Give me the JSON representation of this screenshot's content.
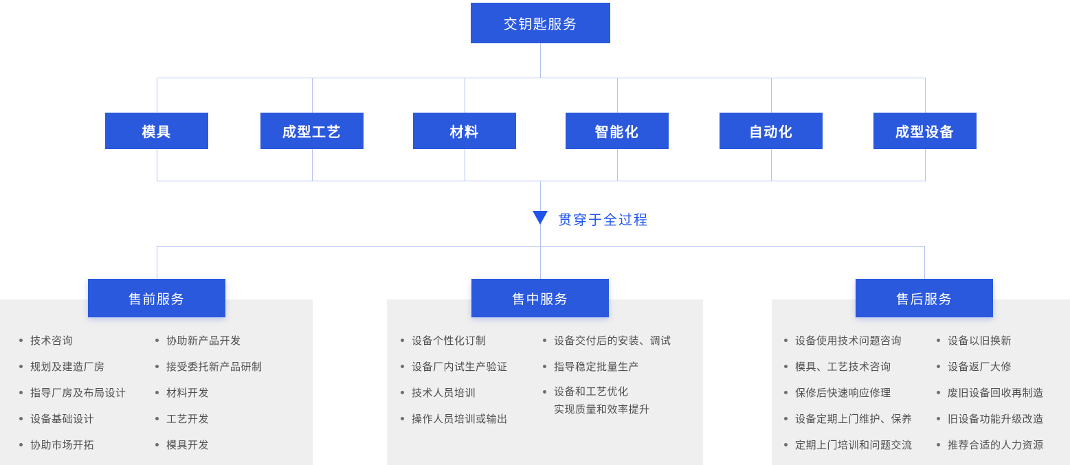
{
  "palette": {
    "box_blue": "#2a59de",
    "accent_blue": "#2257ef",
    "connector_blue": "#b3c3f1",
    "panel_gray": "#efefef",
    "list_text": "#4f4f4f"
  },
  "root": {
    "label": "交钥匙服务"
  },
  "branches": [
    {
      "label": "模具"
    },
    {
      "label": "成型工艺"
    },
    {
      "label": "材料"
    },
    {
      "label": "智能化"
    },
    {
      "label": "自动化"
    },
    {
      "label": "成型设备"
    }
  ],
  "arrow": {
    "icon": "down-triangle",
    "label": "贯穿于全过程"
  },
  "services": [
    {
      "title": "售前服务",
      "columns": [
        [
          "技术咨询",
          "规划及建造厂房",
          "指导厂房及布局设计",
          "设备基础设计",
          "协助市场开拓"
        ],
        [
          "协助新产品开发",
          "接受委托新产品研制",
          "材料开发",
          "工艺开发",
          "模具开发"
        ]
      ]
    },
    {
      "title": "售中服务",
      "columns": [
        [
          "设备个性化订制",
          "设备厂内试生产验证",
          "技术人员培训",
          "操作人员培训或输出"
        ],
        [
          "设备交付后的安装、调试",
          "指导稳定批量生产",
          "设备和工艺优化\n实现质量和效率提升"
        ]
      ]
    },
    {
      "title": "售后服务",
      "columns": [
        [
          "设备使用技术问题咨询",
          "模具、工艺技术咨询",
          "保修后快速响应修理",
          "设备定期上门维护、保养",
          "定期上门培训和问题交流"
        ],
        [
          "设备以旧换新",
          "设备返厂大修",
          "废旧设备回收再制造",
          "旧设备功能升级改造",
          "推荐合适的人力资源"
        ]
      ]
    }
  ]
}
